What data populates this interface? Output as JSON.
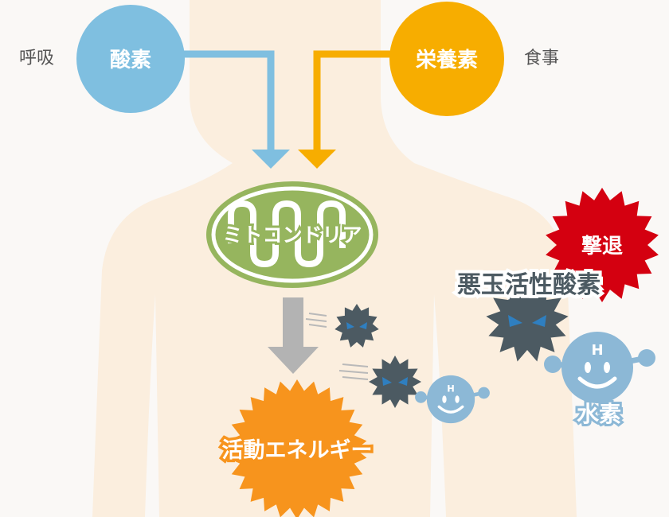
{
  "labels": {
    "breathing": "呼吸",
    "oxygen": "酸素",
    "nutrients": "栄養素",
    "meal": "食事",
    "mitochondria": "ミトコンドリア",
    "active_energy": "活動エネルギー",
    "repel": "撃退",
    "active_oxygen": "悪玉活性酸素",
    "hydrogen": "水素",
    "h_symbol": "H"
  },
  "colors": {
    "background": "#faf8f6",
    "body": "#fbeede",
    "oxygen": "#7fbfe0",
    "nutrients": "#f7ad00",
    "mitochondria": "#96b55e",
    "energy": "#f7941d",
    "repel": "#d40010",
    "radical": "#4c5a62",
    "hydrogen": "#8cb8d6",
    "arrow_gray": "#b3b3b3"
  },
  "icons": {
    "radical": "angry-spiky-ball-icon",
    "hydrogen": "smiling-h-atom-icon",
    "energy": "starburst-icon",
    "repel": "burst-badge-icon"
  }
}
